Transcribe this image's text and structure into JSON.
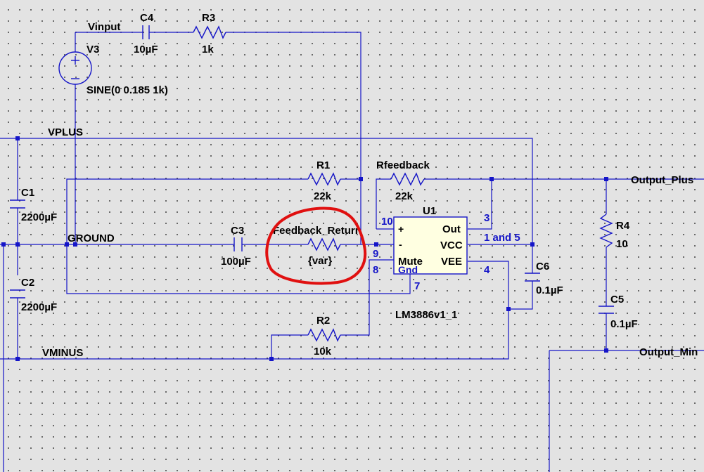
{
  "labels": {
    "vinput": "Vinput",
    "c4_name": "C4",
    "c4_value": "10µF",
    "r3_name": "R3",
    "r3_value": "1k",
    "v3_name": "V3",
    "v3_value": "SINE(0 0.185 1k)",
    "vplus": "VPLUS",
    "ground": "GROUND",
    "vminus": "VMINUS",
    "c1_name": "C1",
    "c1_value": "2200µF",
    "c2_name": "C2",
    "c2_value": "2200µF",
    "r1_name": "R1",
    "r1_value": "22k",
    "rfb_name": "Rfeedback",
    "rfb_value": "22k",
    "c3_name": "C3",
    "c3_value": "100µF",
    "fbr_name": "Feedback_Return",
    "fbr_value": "{var}",
    "r2_name": "R2",
    "r2_value": "10k",
    "u1_name": "U1",
    "u1_model": "LM3886v1_1",
    "c6_name": "C6",
    "c6_value": "0.1µF",
    "r4_name": "R4",
    "r4_value": "10",
    "c5_name": "C5",
    "c5_value": "0.1µF",
    "output_plus": "Output_Plus",
    "output_minus": "Output_Min"
  },
  "u1_pins": {
    "plus": "+",
    "minus": "-",
    "mute": "Mute",
    "gnd": "Gnd",
    "out": "Out",
    "vcc": "VCC",
    "vee": "VEE",
    "n10": "10",
    "n9": "9",
    "n8": "8",
    "n7": "7",
    "n3": "3",
    "n1and5": "1 and 5",
    "n4": "4"
  },
  "colors": {
    "wire": "#1515c8",
    "background": "#e3e3e3",
    "annotation": "#e01010",
    "ic_fill": "#ffffe1"
  }
}
